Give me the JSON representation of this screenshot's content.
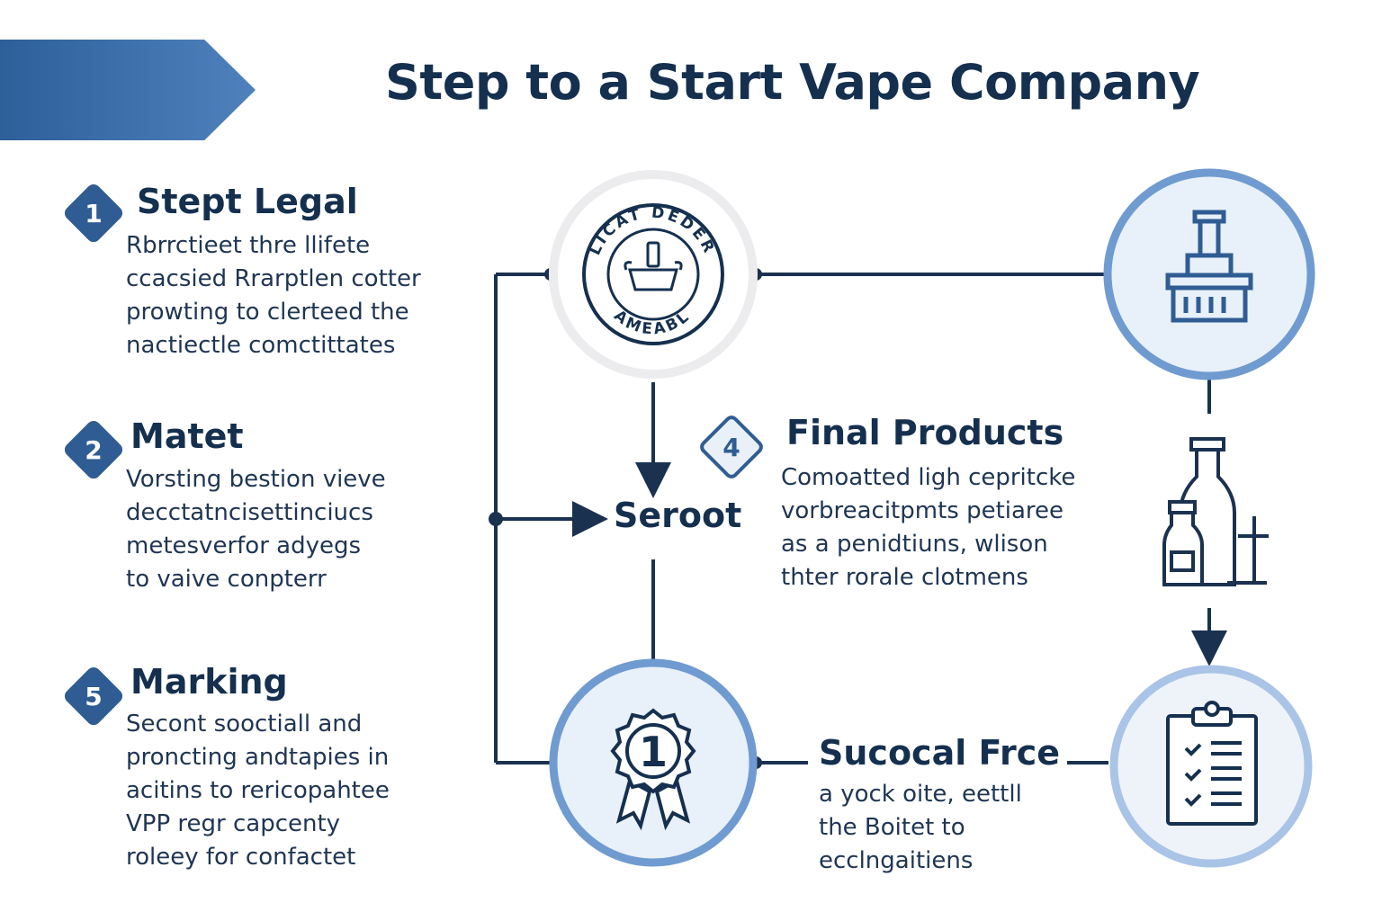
{
  "title": "Step to a Start Vape Company",
  "steps": [
    {
      "number": "1",
      "title": "Stept Legal",
      "description": "Rbrrctieet thre llifete\nccacsied Rrarptlen cotter\nprowting to clerteed the\nnactiectle comctittates"
    },
    {
      "number": "2",
      "title": "Matet",
      "description": "Vorsting bestion vieve\ndecctatncisettinciucs\nmetesverfor adyegs\nto vaive conpterr"
    },
    {
      "number": "5",
      "title": "Marking",
      "description": "Secont sooctiall and\nproncting andtapies in\nacitins to rericopahtee\nVPP regr capcenty\nroleey for confactet"
    },
    {
      "number": "4",
      "title": "Final Products",
      "description": "Comoatted ligh cepritcke\nvorbreacitpmts petiaree\nas a penidtiuns, wlison\nthter rorale clotmens"
    }
  ],
  "center_label": "Seroot",
  "bottom_label": "Sucocal Frce",
  "bottom_description": "a yock oite, eettll\nthe Boitet to\necclngaitiens",
  "seal": {
    "top_text": "LICAT DEDER",
    "bottom_text": "AMEABL"
  },
  "award_number": "1",
  "icons": [
    "factory-icon",
    "bottles-icon",
    "clipboard-checklist-icon",
    "award-ribbon-icon",
    "seal-stamp-icon"
  ],
  "colors": {
    "navy": "#15304f",
    "blue": "#2f5d93",
    "ring": "#6f9bd0",
    "fill": "#e8f0f9"
  }
}
